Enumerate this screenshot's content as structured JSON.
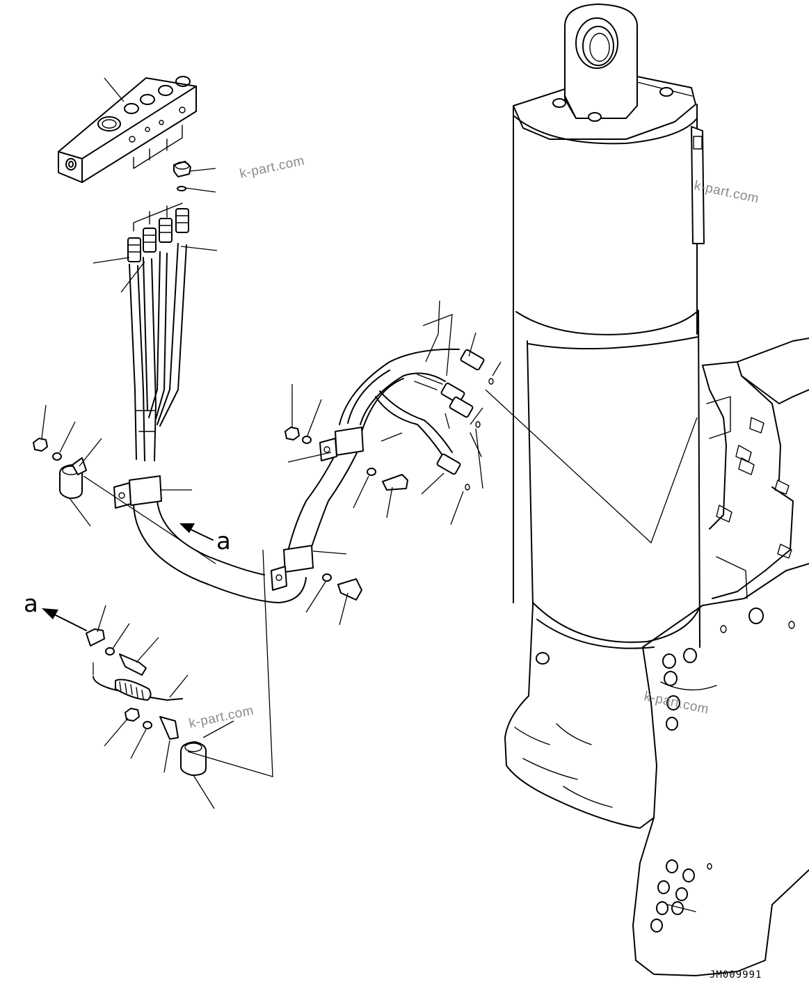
{
  "diagram": {
    "drawing_code": "JM009991",
    "view_arrow_label": "a",
    "view_label": "a",
    "watermarks": [
      "k-part.com",
      "k-part.com",
      "k-part.com",
      "k-part.com"
    ]
  }
}
